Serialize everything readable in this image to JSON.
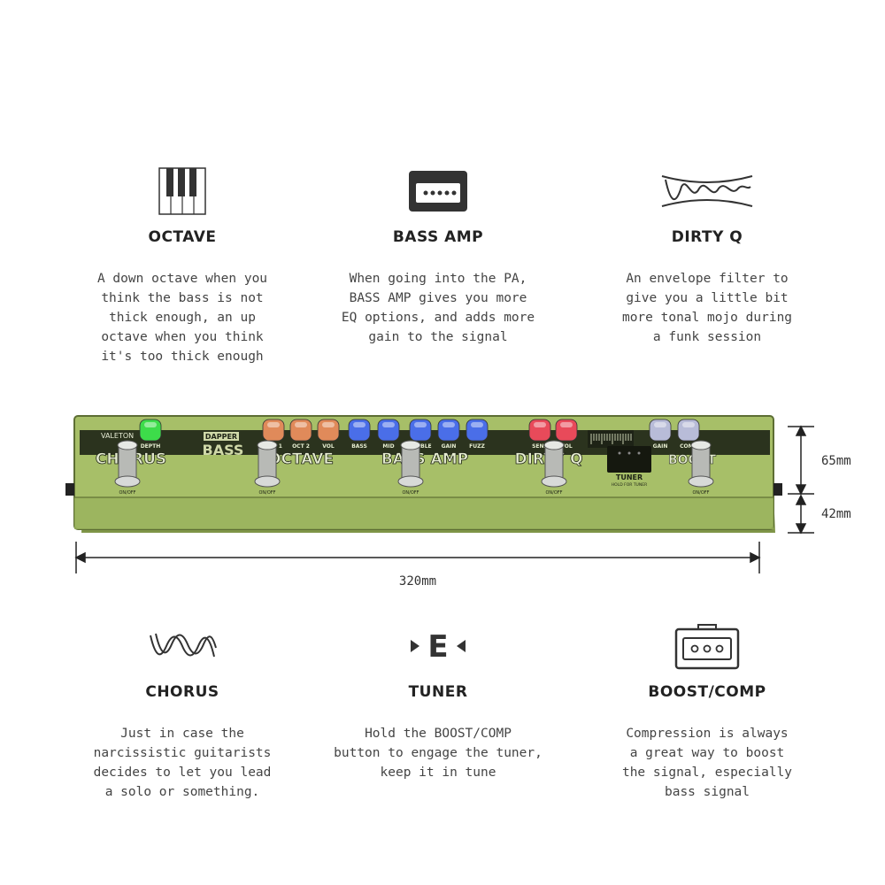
{
  "features": [
    {
      "id": "octave",
      "title": "OCTAVE",
      "icon": "piano-keys-icon",
      "desc": "A down octave when you\nthink the bass is not\nthick enough, an up\noctave when you think\nit's too thick enough"
    },
    {
      "id": "bassamp",
      "title": "BASS AMP",
      "icon": "bass-amp-icon",
      "desc": "When going into the PA,\nBASS AMP gives you more\nEQ options, and adds more\ngain to the signal"
    },
    {
      "id": "dirtyq",
      "title": "DIRTY Q",
      "icon": "envelope-wave-icon",
      "desc": "An envelope filter to\ngive you a little bit\nmore tonal mojo during\na funk session"
    },
    {
      "id": "chorus",
      "title": "CHORUS",
      "icon": "chorus-wave-icon",
      "desc": "Just in case the\nnarcissistic  guitarists\ndecides to let you lead\na solo or something."
    },
    {
      "id": "tuner",
      "title": "TUNER",
      "icon": "tuner-e-icon",
      "desc": "Hold the BOOST/COMP\nbutton to engage the tuner,\nkeep it in tune"
    },
    {
      "id": "boost",
      "title": "BOOST/COMP",
      "icon": "boost-amp-icon",
      "desc": "Compression is always\na great way to boost\nthe signal, especially\nbass signal"
    }
  ],
  "tuner_icon_letter": "E",
  "pedal": {
    "brand": "VALETON",
    "model_top": "DAPPER",
    "model_main": "BASS",
    "sections": [
      "CHORUS",
      "OCTAVE",
      "BASS AMP",
      "DIRTY Q",
      "BOOST"
    ],
    "knob_labels": [
      "DEPTH",
      "OCT 1",
      "OCT 2",
      "VOL",
      "BASS",
      "MID",
      "TREBLE",
      "GAIN",
      "FUZZ",
      "SENS",
      "VOL",
      "GAIN",
      "COMP"
    ],
    "switch_label": "ON/OFF",
    "tuner_label": "TUNER",
    "tuner_sub": "HOLD FOR TUNER",
    "colors": {
      "body": "#9fb862",
      "green": "#3ddc4a",
      "orange": "#e08a5a",
      "blue": "#4a6ee8",
      "red": "#e84a5a",
      "silver": "#b8bcd8"
    }
  },
  "dimensions": {
    "height": "65mm",
    "depth": "42mm",
    "length": "320mm"
  }
}
